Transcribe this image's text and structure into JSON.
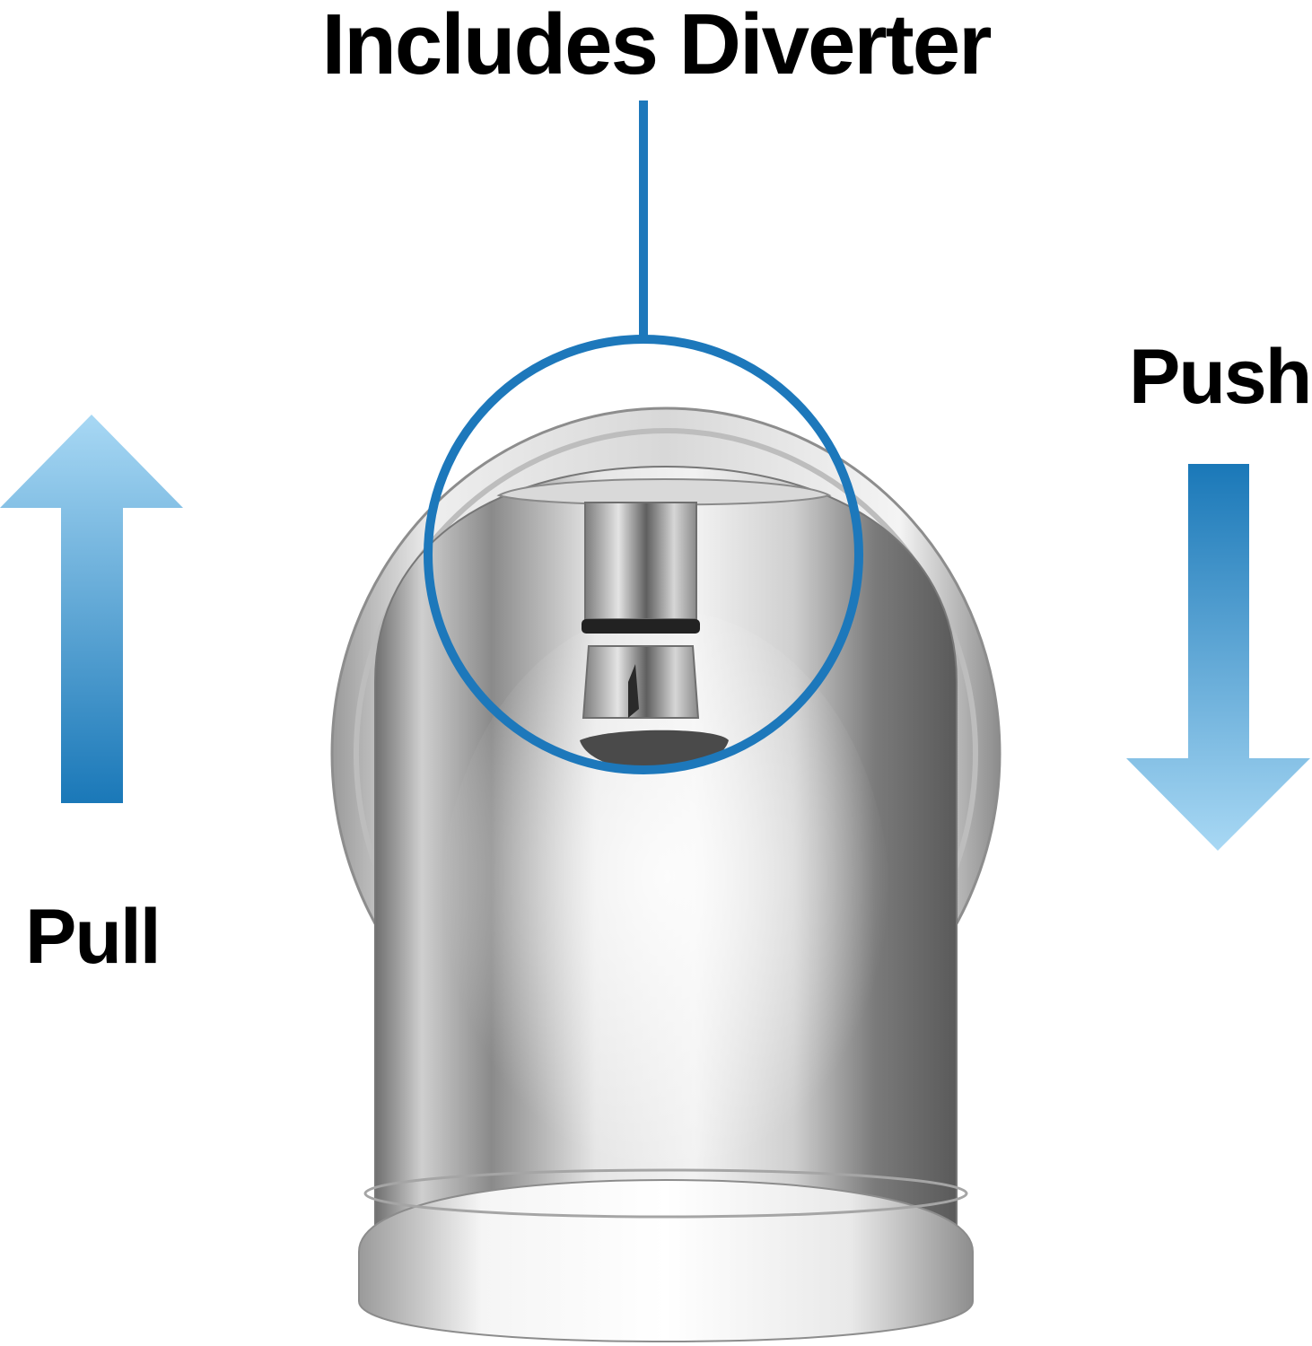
{
  "title": "Includes Diverter",
  "push_label": "Push",
  "pull_label": "Pull",
  "colors": {
    "accent_blue": "#1d78bb",
    "arrow_dark": "#1a78b8",
    "arrow_light": "#a8d8f4",
    "label_text": "#000000"
  },
  "icons": {
    "up_arrow": "arrow-up-icon",
    "down_arrow": "arrow-down-icon"
  }
}
